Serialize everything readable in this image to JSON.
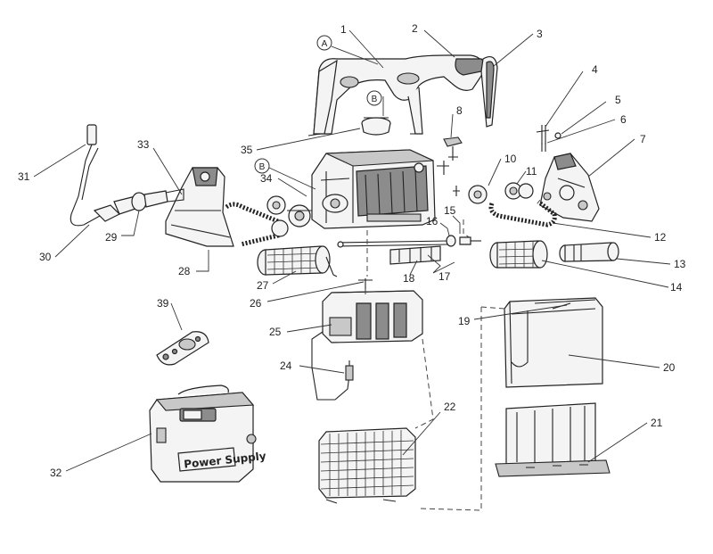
{
  "diagram": {
    "callouts": [
      {
        "id": "c1",
        "label": "1"
      },
      {
        "id": "c2",
        "label": "2"
      },
      {
        "id": "c3",
        "label": "3"
      },
      {
        "id": "c4",
        "label": "4"
      },
      {
        "id": "c5",
        "label": "5"
      },
      {
        "id": "c6",
        "label": "6"
      },
      {
        "id": "c7",
        "label": "7"
      },
      {
        "id": "c8",
        "label": "8"
      },
      {
        "id": "c10",
        "label": "10"
      },
      {
        "id": "c11",
        "label": "11"
      },
      {
        "id": "c12",
        "label": "12"
      },
      {
        "id": "c13",
        "label": "13"
      },
      {
        "id": "c14",
        "label": "14"
      },
      {
        "id": "c15",
        "label": "15"
      },
      {
        "id": "c16",
        "label": "16"
      },
      {
        "id": "c17",
        "label": "17"
      },
      {
        "id": "c18",
        "label": "18"
      },
      {
        "id": "c19",
        "label": "19"
      },
      {
        "id": "c20",
        "label": "20"
      },
      {
        "id": "c21",
        "label": "21"
      },
      {
        "id": "c22",
        "label": "22"
      },
      {
        "id": "c24",
        "label": "24"
      },
      {
        "id": "c25",
        "label": "25"
      },
      {
        "id": "c26",
        "label": "26"
      },
      {
        "id": "c27",
        "label": "27"
      },
      {
        "id": "c28",
        "label": "28"
      },
      {
        "id": "c29",
        "label": "29"
      },
      {
        "id": "c30",
        "label": "30"
      },
      {
        "id": "c31",
        "label": "31"
      },
      {
        "id": "c32",
        "label": "32"
      },
      {
        "id": "c33",
        "label": "33"
      },
      {
        "id": "c34",
        "label": "34"
      },
      {
        "id": "c35",
        "label": "35"
      },
      {
        "id": "c39",
        "label": "39"
      }
    ],
    "circle_markers": [
      {
        "id": "mA",
        "label": "A"
      },
      {
        "id": "mB1",
        "label": "B"
      },
      {
        "id": "mB2",
        "label": "B"
      }
    ],
    "power_supply_text": "Power Supply"
  }
}
